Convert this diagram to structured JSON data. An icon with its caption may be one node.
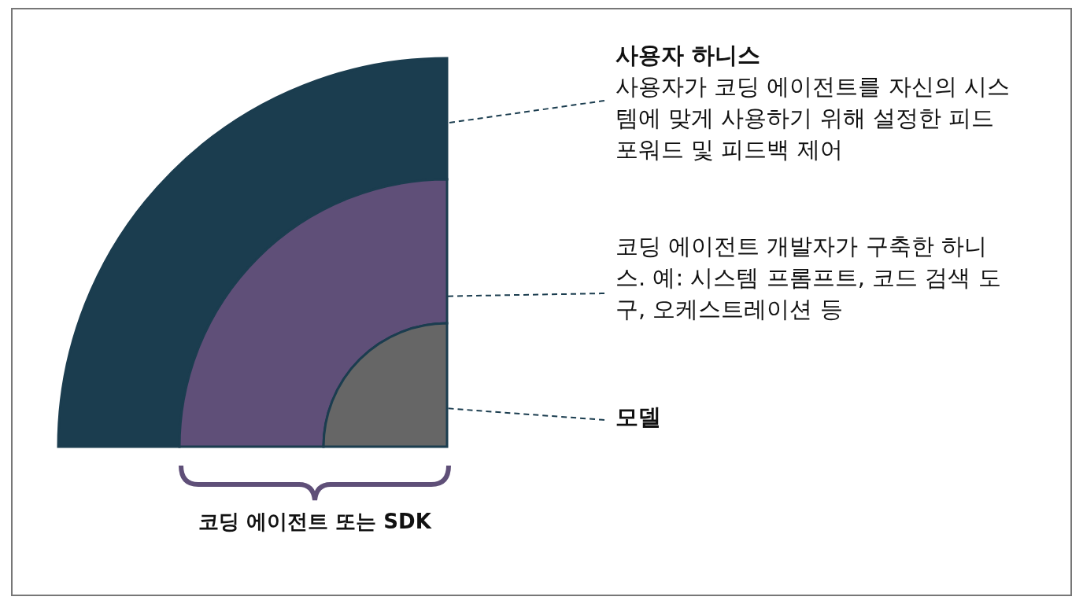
{
  "diagram": {
    "nodes": [
      {
        "text": [
          "사용자 하니스",
          "사용자가 코딩 에이전트를 자신의 시스템에 맞게 사용하기 위해 설정한 피드포워드 및 피드백 제어"
        ]
      },
      {
        "text": [
          "코딩 에이전트 개발자가 구축한 하니스. 예: 시스템 프롬프트, 코드 검색 도구, 오케스트레이션 등"
        ]
      },
      {
        "text": [
          "모델"
        ]
      },
      {
        "text": [],
        "shape": "band"
      },
      {
        "text": [],
        "shape": "band"
      },
      {
        "text": [],
        "shape": "sector"
      }
    ],
    "edges": [
      {
        "from": 0,
        "to": 3,
        "arrow": "none",
        "style": "dashed"
      },
      {
        "from": 1,
        "to": 4,
        "arrow": "none",
        "style": "dashed"
      },
      {
        "from": 2,
        "to": 5,
        "arrow": "none",
        "style": "dashed"
      }
    ],
    "labels": [
      "코딩 에이전트 또는 SDK"
    ]
  }
}
